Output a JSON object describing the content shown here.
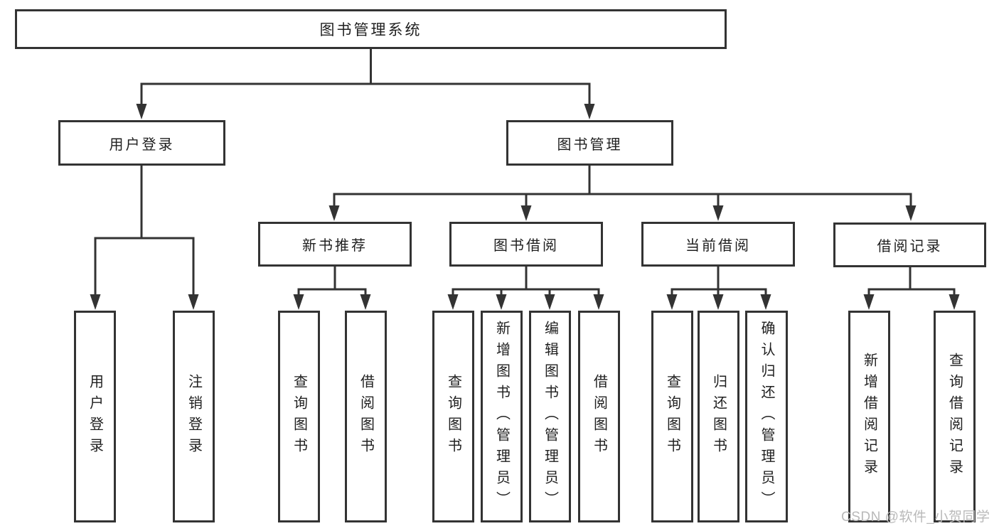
{
  "diagram": {
    "title_node": "图书管理系统",
    "tree": {
      "root": {
        "label": "图书管理系统"
      },
      "branches": [
        {
          "label": "用户登录",
          "children": [
            {
              "label": "用户登录"
            },
            {
              "label": "注销登录"
            }
          ]
        },
        {
          "label": "图书管理",
          "children": [
            {
              "label": "新书推荐",
              "children": [
                {
                  "label": "查询图书"
                },
                {
                  "label": "借阅图书"
                }
              ]
            },
            {
              "label": "图书借阅",
              "children": [
                {
                  "label": "查询图书"
                },
                {
                  "label": "新增图书（管理员）"
                },
                {
                  "label": "编辑图书（管理员）"
                },
                {
                  "label": "借阅图书"
                }
              ]
            },
            {
              "label": "当前借阅",
              "children": [
                {
                  "label": "查询图书"
                },
                {
                  "label": "归还图书"
                },
                {
                  "label": "确认归还（管理员）"
                }
              ]
            },
            {
              "label": "借阅记录",
              "children": [
                {
                  "label": "新增借阅记录"
                },
                {
                  "label": "查询借阅记录"
                }
              ]
            }
          ]
        }
      ]
    },
    "colors": {
      "line": "#333333",
      "box_border": "#333333",
      "text": "#1f1f1f",
      "background": "#ffffff",
      "watermark": "#b9b9b9"
    }
  },
  "watermark": {
    "text": "CSDN @软件_小贺同学"
  }
}
